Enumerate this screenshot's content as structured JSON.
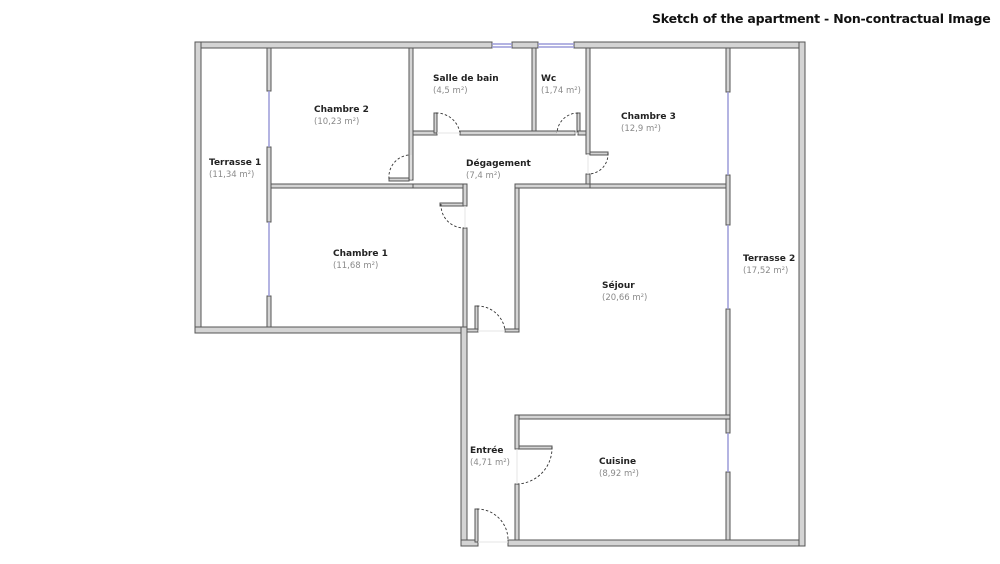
{
  "caption": "Sketch of the apartment - Non-contractual Image",
  "colors": {
    "wall_fill": "#d4d4d4",
    "wall_stroke": "#555555",
    "window": "#9a9ad8",
    "door_arc": "#333333",
    "room_name": "#222222",
    "room_area": "#8a8a8a"
  },
  "rooms": [
    {
      "id": "terrasse-1",
      "name": "Terrasse 1",
      "area": "(11,34 m²)"
    },
    {
      "id": "chambre-2",
      "name": "Chambre 2",
      "area": "(10,23 m²)"
    },
    {
      "id": "salle-de-bain",
      "name": "Salle de bain",
      "area": "(4,5 m²)"
    },
    {
      "id": "wc",
      "name": "Wc",
      "area": "(1,74 m²)"
    },
    {
      "id": "chambre-3",
      "name": "Chambre 3",
      "area": "(12,9 m²)"
    },
    {
      "id": "degagement",
      "name": "Dégagement",
      "area": "(7,4 m²)"
    },
    {
      "id": "chambre-1",
      "name": "Chambre 1",
      "area": "(11,68 m²)"
    },
    {
      "id": "sejour",
      "name": "Séjour",
      "area": "(20,66 m²)"
    },
    {
      "id": "terrasse-2",
      "name": "Terrasse 2",
      "area": "(17,52 m²)"
    },
    {
      "id": "entree",
      "name": "Entrée",
      "area": "(4,71 m²)"
    },
    {
      "id": "cuisine",
      "name": "Cuisine",
      "area": "(8,92 m²)"
    }
  ]
}
